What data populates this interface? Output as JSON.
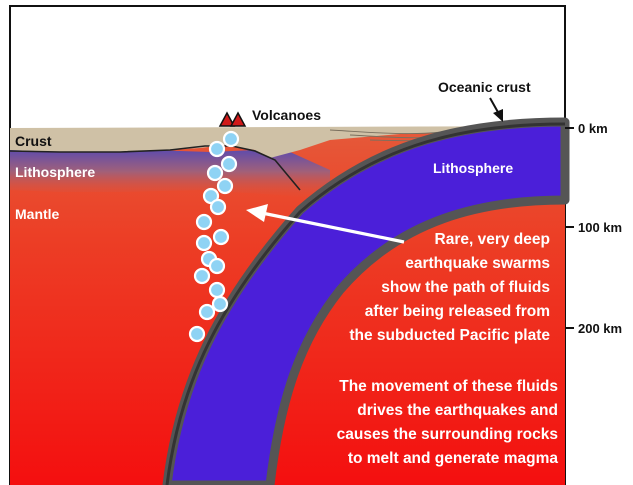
{
  "labels": {
    "volcanoes": "Volcanoes",
    "oceanic_crust": "Oceanic crust",
    "crust": "Crust",
    "lithosphere_left": "Lithosphere",
    "lithosphere_right": "Lithosphere",
    "mantle": "Mantle"
  },
  "depth_scale": [
    {
      "label": "0  km"
    },
    {
      "label": "100 km"
    },
    {
      "label": "200 km"
    }
  ],
  "annotation_1": [
    "Rare, very deep",
    "earthquake swarms",
    "show the path of fluids",
    "after being released from",
    "the subducted Pacific plate"
  ],
  "annotation_2": [
    "The movement of these fluids",
    "drives the earthquakes and",
    "causes the surrounding rocks",
    "to melt and generate magma"
  ],
  "colors": {
    "mantle_top": "#e8452c",
    "mantle_bottom": "#f20e0e",
    "crust": "#cfc1a6",
    "slab": "#4b1fd9",
    "slab_edge": "#555555",
    "quake": "#8fd3f4"
  }
}
